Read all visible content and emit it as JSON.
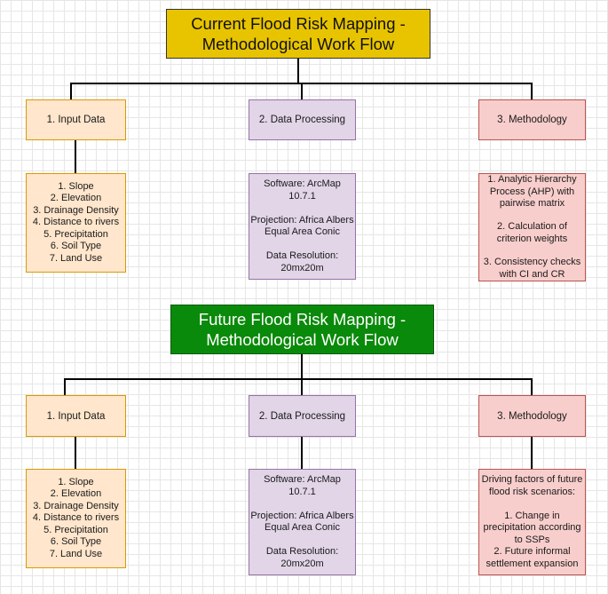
{
  "colors": {
    "current_title_fill": "#e8c400",
    "future_title_fill": "#0a8a0a",
    "input_fill": "#ffe6cc",
    "input_stroke": "#d79b00",
    "processing_fill": "#e1d5e7",
    "processing_stroke": "#9673a6",
    "methodology_fill": "#f8cecc",
    "methodology_stroke": "#b85450"
  },
  "current": {
    "title_line1": "Current Flood Risk Mapping -",
    "title_line2": "Methodological Work Flow",
    "input": {
      "label": "1. Input Data",
      "items": [
        "1. Slope",
        "2. Elevation",
        "3. Drainage Density",
        "4. Distance to rivers",
        "5. Precipitation",
        "6. Soil Type",
        "7. Land Use"
      ]
    },
    "processing": {
      "label": "2. Data Processing",
      "software_line1": "Software: ArcMap",
      "software_line2": "10.7.1",
      "projection_line1": "Projection: Africa Albers",
      "projection_line2": "Equal Area Conic",
      "resolution_line1": "Data Resolution:",
      "resolution_line2": "20mx20m"
    },
    "methodology": {
      "label": "3. Methodology",
      "step1_line1": "1. Analytic Hierarchy",
      "step1_line2": "Process (AHP) with",
      "step1_line3": "pairwise matrix",
      "step2_line1": "2. Calculation of",
      "step2_line2": "criterion weights",
      "step3_line1": "3. Consistency checks",
      "step3_line2": "with CI and CR"
    }
  },
  "future": {
    "title_line1": "Future Flood Risk Mapping -",
    "title_line2": "Methodological Work Flow",
    "input": {
      "label": "1. Input Data",
      "items": [
        "1. Slope",
        "2. Elevation",
        "3. Drainage Density",
        "4. Distance to rivers",
        "5. Precipitation",
        "6. Soil Type",
        "7. Land Use"
      ]
    },
    "processing": {
      "label": "2. Data Processing",
      "software_line1": "Software: ArcMap",
      "software_line2": "10.7.1",
      "projection_line1": "Projection: Africa Albers",
      "projection_line2": "Equal Area Conic",
      "resolution_line1": "Data Resolution:",
      "resolution_line2": "20mx20m"
    },
    "methodology": {
      "label": "3. Methodology",
      "intro_line1": "Driving factors of future",
      "intro_line2": "flood risk scenarios:",
      "step1_line1": "1. Change in",
      "step1_line2": "precipitation according",
      "step1_line3": "to SSPs",
      "step2_line1": "2. Future informal",
      "step2_line2": "settlement expansion"
    }
  }
}
